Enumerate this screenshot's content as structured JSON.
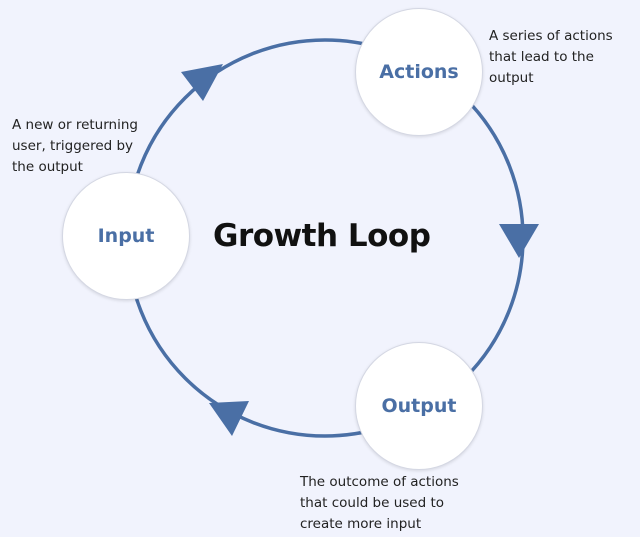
{
  "title": "Growth Loop",
  "colors": {
    "background": "#f1f3fd",
    "loop_line": "#4a6fa5",
    "node_label": "#4a6fa5",
    "node_fill": "#ffffff"
  },
  "nodes": {
    "input": {
      "label": "Input"
    },
    "actions": {
      "label": "Actions"
    },
    "output": {
      "label": "Output"
    }
  },
  "descriptions": {
    "input": {
      "lines": [
        "A new or returning",
        "user, triggered by",
        "the output"
      ]
    },
    "actions": {
      "lines": [
        "A series of actions",
        "that lead to the",
        "output"
      ]
    },
    "output": {
      "lines": [
        "The outcome of actions",
        "that could be used to",
        "create more input"
      ]
    }
  },
  "arrows": [
    {
      "from": "input",
      "to": "actions",
      "direction": "clockwise"
    },
    {
      "from": "actions",
      "to": "output",
      "direction": "clockwise"
    },
    {
      "from": "output",
      "to": "input",
      "direction": "clockwise"
    }
  ]
}
